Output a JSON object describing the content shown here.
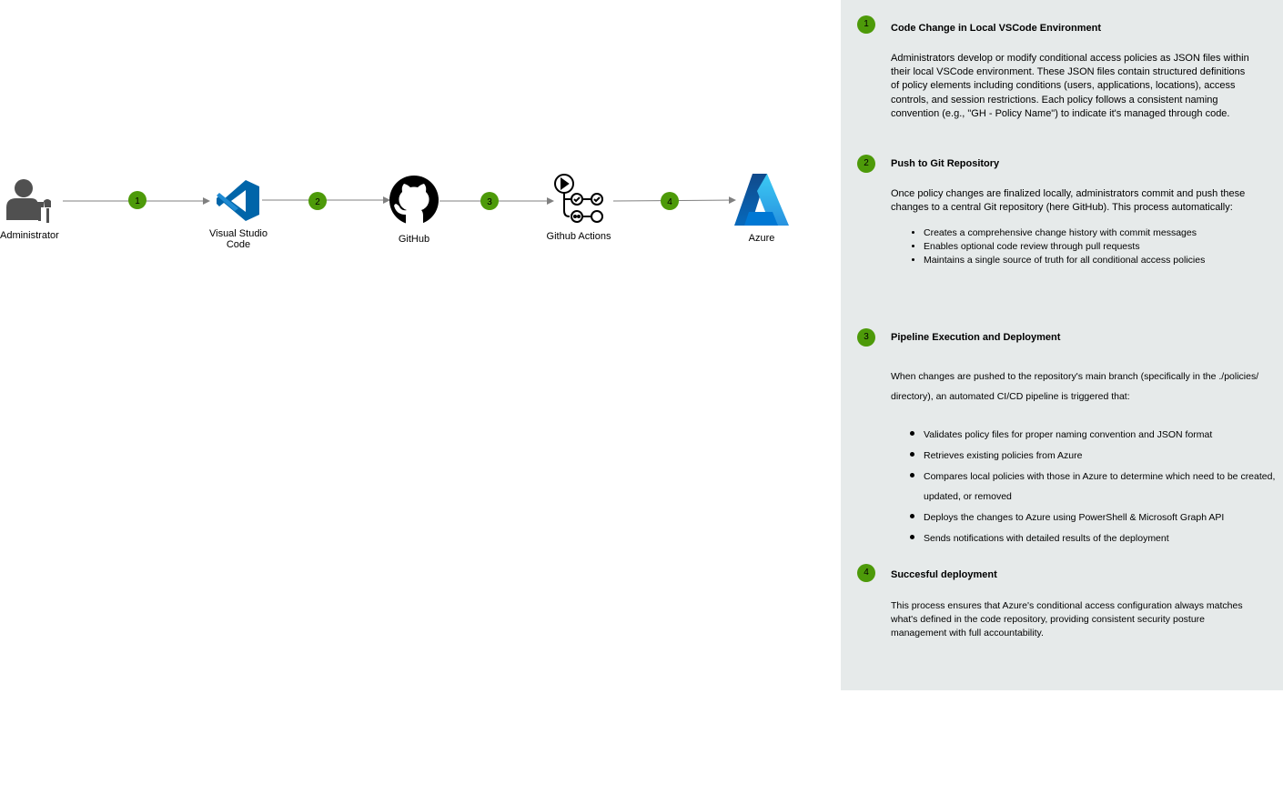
{
  "diagram": {
    "nodes": [
      {
        "id": "administrator",
        "label": "Administrator"
      },
      {
        "id": "vscode",
        "label": "Visual Studio\nCode"
      },
      {
        "id": "github",
        "label": "GitHub"
      },
      {
        "id": "github_actions",
        "label": "Github Actions"
      },
      {
        "id": "azure",
        "label": "Azure"
      }
    ],
    "edges": [
      {
        "from": "administrator",
        "to": "vscode",
        "label": "1"
      },
      {
        "from": "vscode",
        "to": "github",
        "label": "2"
      },
      {
        "from": "github",
        "to": "github_actions",
        "label": "3"
      },
      {
        "from": "github_actions",
        "to": "azure",
        "label": "4"
      }
    ]
  },
  "colors": {
    "badge": "#4d9a09",
    "panel": "#e6eaea",
    "vscode": "#0065a9",
    "arrow": "#808080"
  },
  "steps": [
    {
      "number": "1",
      "title": "Code Change in Local VSCode Environment",
      "body": "Administrators develop or modify conditional access policies as JSON files within their local VSCode environment. These JSON files contain structured definitions of policy elements including conditions (users, applications, locations), access controls, and session restrictions. Each policy follows a consistent naming convention (e.g., \"GH - Policy Name\") to indicate it's managed through code."
    },
    {
      "number": "2",
      "title": "Push to Git Repository",
      "body": "Once policy changes are finalized locally, administrators commit and push these changes to a central Git repository (here GitHub). This process automatically:",
      "bullets": [
        "Creates a comprehensive change history with commit messages",
        "Enables optional code review through pull requests",
        "Maintains a single source of truth for all conditional access policies"
      ]
    },
    {
      "number": "3",
      "title": "Pipeline Execution and Deployment",
      "body": "When changes are pushed to the repository's main branch (specifically in the ./policies/ directory), an automated CI/CD pipeline is triggered that:",
      "bullets": [
        "Validates policy files for proper naming convention and JSON format",
        "Retrieves existing policies from Azure",
        "Compares local policies with those in Azure to determine which need to be created, updated, or removed",
        "Deploys the changes to Azure using PowerShell & Microsoft Graph API",
        "Sends notifications with detailed results of the deployment"
      ]
    },
    {
      "number": "4",
      "title": "Succesful deployment",
      "body": "This process ensures that Azure's conditional access configuration always matches what's defined in the code repository, providing consistent security posture management with full accountability."
    }
  ]
}
